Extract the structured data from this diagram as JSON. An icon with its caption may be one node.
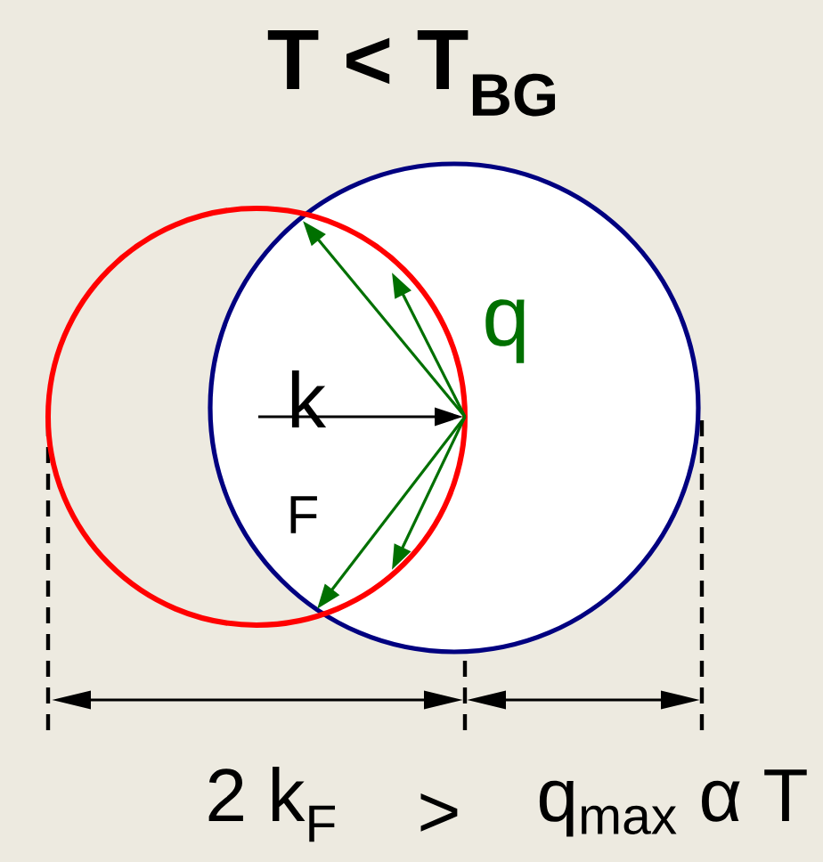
{
  "diagram": {
    "title": "T < T$_{BG}$",
    "labels": [
      "q",
      "k",
      "F",
      "2 k$_{F}$",
      ">",
      "q$_{max}$ α T"
    ]
  }
}
